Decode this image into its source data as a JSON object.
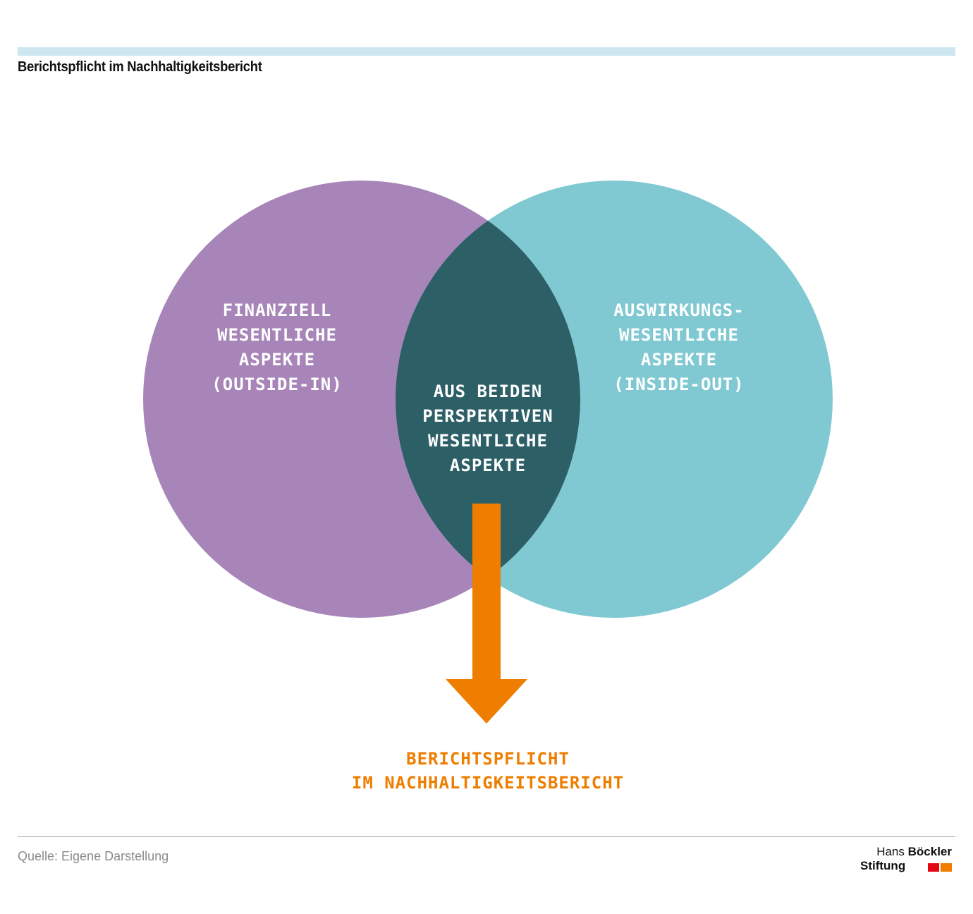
{
  "title": "Berichtspflicht im Nachhaltigkeitsbericht",
  "diagram": {
    "left_circle": {
      "lines": [
        "FINANZIELL",
        "WESENTLICHE",
        "ASPEKTE",
        "(OUTSIDE-IN)"
      ]
    },
    "right_circle": {
      "lines": [
        "AUSWIRKUNGS-",
        "WESENTLICHE",
        "ASPEKTE",
        "(INSIDE-OUT)"
      ]
    },
    "overlap": {
      "lines": [
        "AUS BEIDEN",
        "PERSPEKTIVEN",
        "WESENTLICHE",
        "ASPEKTE"
      ]
    },
    "result": {
      "lines": [
        "BERICHTSPFLICHT",
        "IM NACHHALTIGKEITSBERICHT"
      ]
    }
  },
  "colors": {
    "left_circle": "#a885b8",
    "right_circle": "#80c9d3",
    "overlap": "#2d5f66",
    "arrow": "#ee7d00",
    "result_text": "#ee7d00",
    "circle_text": "#ffffff",
    "top_bar": "#cce7ef",
    "logo_red": "#e30613",
    "logo_orange": "#ee7d00"
  },
  "footer": {
    "source": "Quelle: Eigene Darstellung",
    "logo": {
      "word1": "Hans",
      "word2": "Böckler",
      "word3": "Stiftung"
    }
  }
}
